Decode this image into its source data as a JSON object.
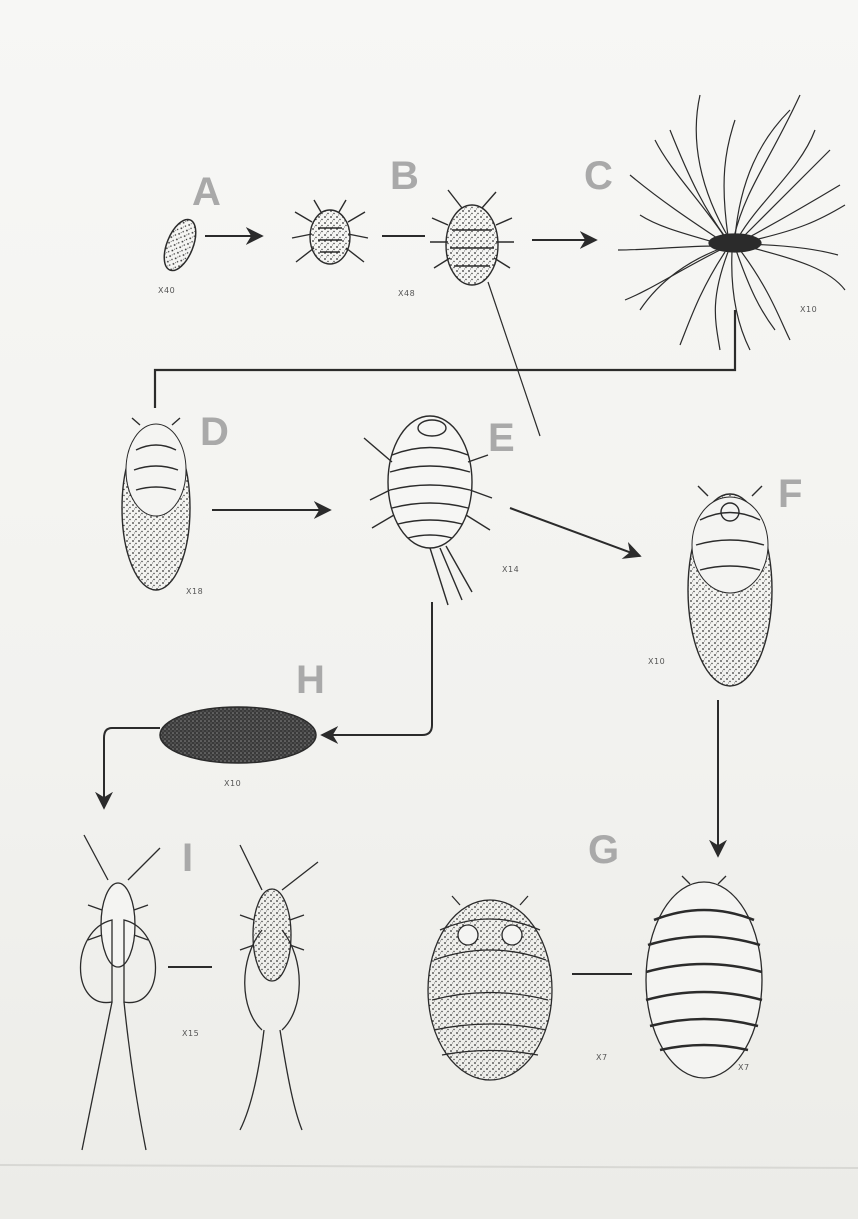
{
  "stages": {
    "A": {
      "label": "A",
      "magnification": "X40"
    },
    "B": {
      "label": "B",
      "magnification": "X48"
    },
    "C": {
      "label": "C",
      "magnification": "X10"
    },
    "D": {
      "label": "D",
      "magnification": "X18"
    },
    "E": {
      "label": "E",
      "magnification": "X14"
    },
    "F": {
      "label": "F",
      "magnification": "X10"
    },
    "G": {
      "label": "G",
      "magnification": "X7"
    },
    "G2": {
      "magnification": "X7"
    },
    "H": {
      "label": "H",
      "magnification": "X10"
    },
    "I": {
      "label": "I",
      "magnification": "X15"
    }
  },
  "colors": {
    "label": "#a9a9a9",
    "ink": "#2b2b2b",
    "paper": "#f4f4f2"
  }
}
